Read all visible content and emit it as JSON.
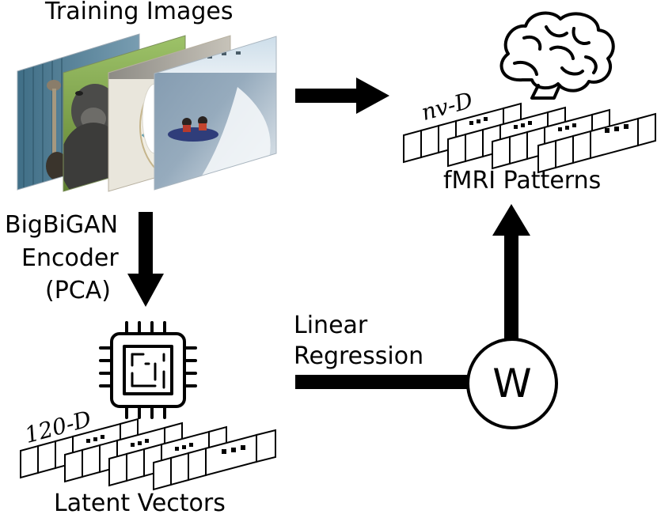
{
  "labels": {
    "training_images": "Training Images",
    "encoder_line1": "BigBiGAN",
    "encoder_line2": "Encoder",
    "encoder_line3": "(PCA)",
    "regression_line1": "Linear",
    "regression_line2": "Regression",
    "weight_symbol": "W",
    "fmri_patterns": "fMRI Patterns",
    "latent_vectors": "Latent Vectors",
    "fmri_dimension": "nv-D",
    "latent_dimension": "120-D",
    "vector_ellipsis": "..."
  },
  "icons": {
    "brain": "brain-icon",
    "chip": "processor-chip-icon"
  },
  "colors": {
    "ink": "#000000",
    "background": "#ffffff"
  }
}
